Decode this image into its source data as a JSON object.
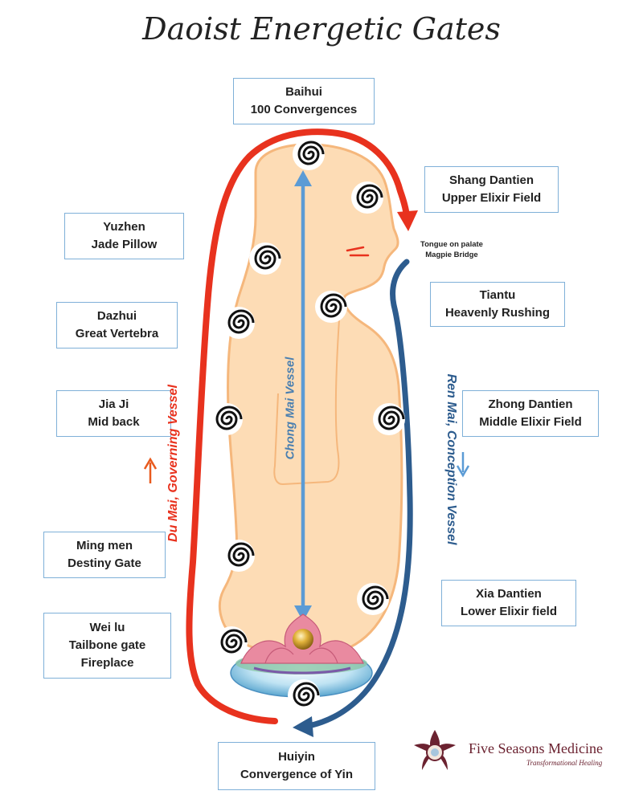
{
  "title": "Daoist Energetic Gates",
  "points": {
    "baihui": {
      "name": "Baihui",
      "meaning": "100 Convergences"
    },
    "shang_dantien": {
      "name": "Shang Dantien",
      "meaning": "Upper Elixir Field"
    },
    "yuzhen": {
      "name": "Yuzhen",
      "meaning": "Jade Pillow"
    },
    "tongue": {
      "line1": "Tongue on palate",
      "line2": "Magpie Bridge"
    },
    "tiantu": {
      "name": "Tiantu",
      "meaning": "Heavenly Rushing"
    },
    "dazhui": {
      "name": "Dazhui",
      "meaning": "Great Vertebra"
    },
    "jia_ji": {
      "name": "Jia Ji",
      "meaning": "Mid back"
    },
    "zhong_dantien": {
      "name": "Zhong Dantien",
      "meaning": "Middle Elixir Field"
    },
    "ming_men": {
      "name": "Ming men",
      "meaning": "Destiny Gate"
    },
    "xia_dantien": {
      "name": "Xia Dantien",
      "meaning": "Lower Elixir field"
    },
    "wei_lu": {
      "name": "Wei lu",
      "meaning": "Tailbone gate",
      "meaning2": "Fireplace"
    },
    "huiyin": {
      "name": "Huiyin",
      "meaning": "Convergence of Yin"
    }
  },
  "vessels": {
    "du_mai": "Du Mai,  Governing Vessel",
    "ren_mai": "Ren Mai, Conception Vessel",
    "chong_mai": "Chong Mai Vessel"
  },
  "logo": {
    "name": "Five Seasons Medicine",
    "tagline": "Transformational Healing"
  },
  "colors": {
    "du_mai": "#e8321e",
    "ren_mai": "#2d5c8e",
    "chong_mai": "#5b9bd5",
    "body_fill": "#fddcb5",
    "body_stroke": "#f5b77c",
    "box_border": "#7fb0d8",
    "logo": "#6b2230"
  },
  "icons": {
    "gate_marker": "spiral-icon",
    "lotus": "lotus-icon",
    "pearl": "pearl-icon"
  }
}
